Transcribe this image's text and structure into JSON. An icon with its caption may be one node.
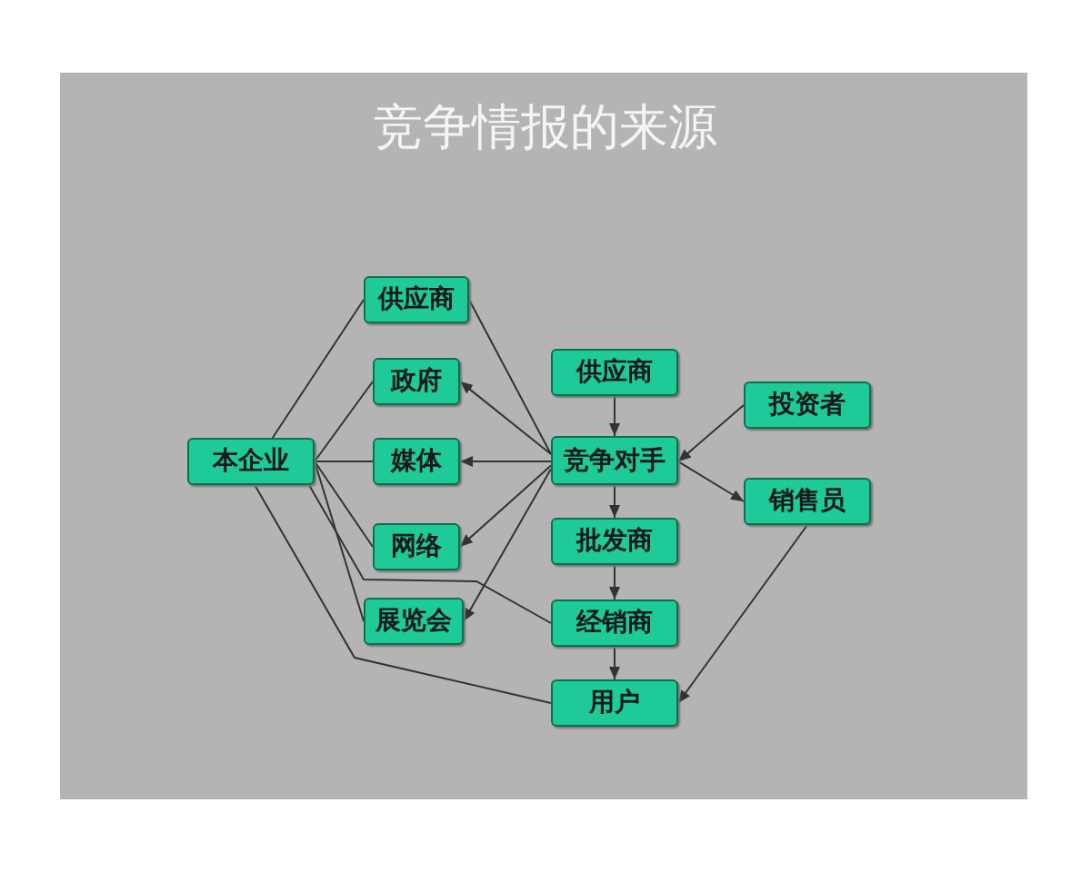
{
  "diagram": {
    "title": "竞争情报的来源",
    "nodes": [
      {
        "text": [
          "本企业"
        ]
      },
      {
        "text": [
          "供应商"
        ]
      },
      {
        "text": [
          "政府"
        ]
      },
      {
        "text": [
          "媒体"
        ]
      },
      {
        "text": [
          "网络"
        ]
      },
      {
        "text": [
          "展览会"
        ]
      },
      {
        "text": [
          "供应商"
        ]
      },
      {
        "text": [
          "竞争对手"
        ]
      },
      {
        "text": [
          "批发商"
        ]
      },
      {
        "text": [
          "经销商"
        ]
      },
      {
        "text": [
          "用户"
        ]
      },
      {
        "text": [
          "投资者"
        ]
      },
      {
        "text": [
          "销售员"
        ]
      }
    ],
    "edges": [
      {
        "from": 0,
        "to": 1,
        "arrow": "none"
      },
      {
        "from": 0,
        "to": 2,
        "arrow": "none"
      },
      {
        "from": 0,
        "to": 3,
        "arrow": "none"
      },
      {
        "from": 0,
        "to": 4,
        "arrow": "none"
      },
      {
        "from": 0,
        "to": 5,
        "arrow": "none"
      },
      {
        "from": 0,
        "to": 9,
        "arrow": "none"
      },
      {
        "from": 0,
        "to": 10,
        "arrow": "none"
      },
      {
        "from": 1,
        "to": 7,
        "arrow": "none"
      },
      {
        "from": 7,
        "to": 2,
        "arrow": "to"
      },
      {
        "from": 7,
        "to": 3,
        "arrow": "to"
      },
      {
        "from": 7,
        "to": 4,
        "arrow": "to"
      },
      {
        "from": 7,
        "to": 5,
        "arrow": "to"
      },
      {
        "from": 6,
        "to": 7,
        "arrow": "to"
      },
      {
        "from": 7,
        "to": 8,
        "arrow": "to"
      },
      {
        "from": 8,
        "to": 9,
        "arrow": "to"
      },
      {
        "from": 9,
        "to": 10,
        "arrow": "to"
      },
      {
        "from": 11,
        "to": 7,
        "arrow": "to"
      },
      {
        "from": 7,
        "to": 12,
        "arrow": "to"
      },
      {
        "from": 12,
        "to": 10,
        "arrow": "to"
      }
    ]
  }
}
